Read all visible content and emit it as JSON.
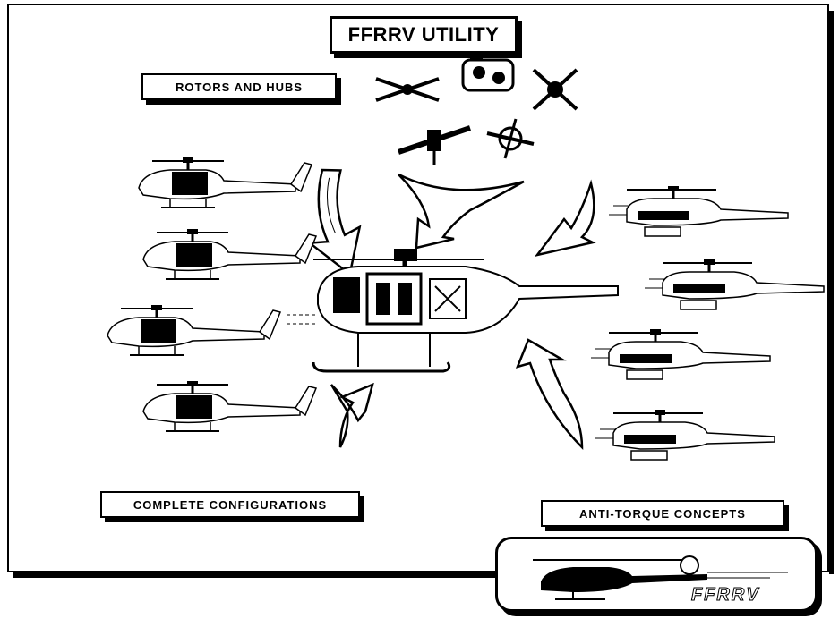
{
  "diagram": {
    "title": "FFRRV UTILITY",
    "labels": {
      "rotors": "ROTORS AND HUBS",
      "configurations": "COMPLETE CONFIGURATIONS",
      "anti_torque": "ANTI-TORQUE CONCEPTS"
    },
    "logo_text": "FFRRV"
  }
}
